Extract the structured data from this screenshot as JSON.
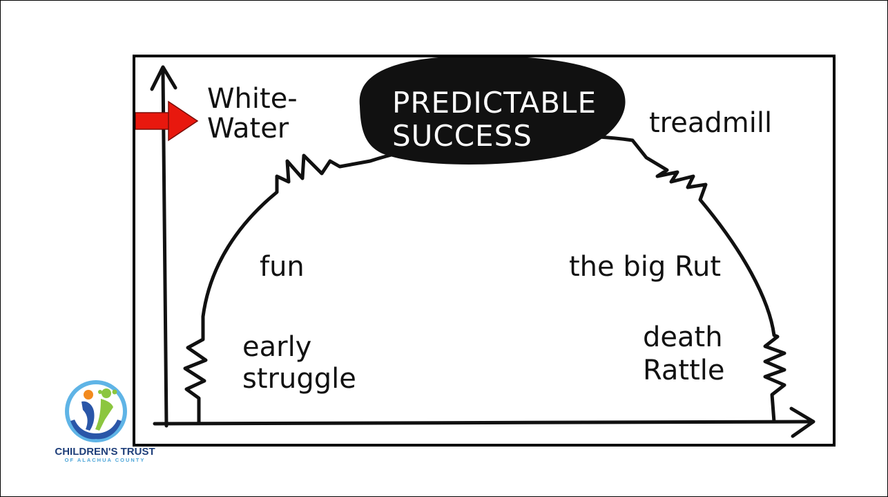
{
  "diagram": {
    "peak_label_line1": "PREDICTABLE",
    "peak_label_line2": "SUCCESS",
    "left_top_line1": "White-",
    "left_top_line2": "Water",
    "right_top": "treadmill",
    "left_mid": "fun",
    "right_mid": "the big Rut",
    "left_bottom_line1": "early",
    "left_bottom_line2": "struggle",
    "right_bottom_line1": "death",
    "right_bottom_line2": "Rattle",
    "arrow_color": "#e8180e"
  },
  "logo": {
    "title": "CHILDREN'S TRUST",
    "subtitle": "OF ALACHUA COUNTY",
    "icon": "hands-children-logo"
  }
}
